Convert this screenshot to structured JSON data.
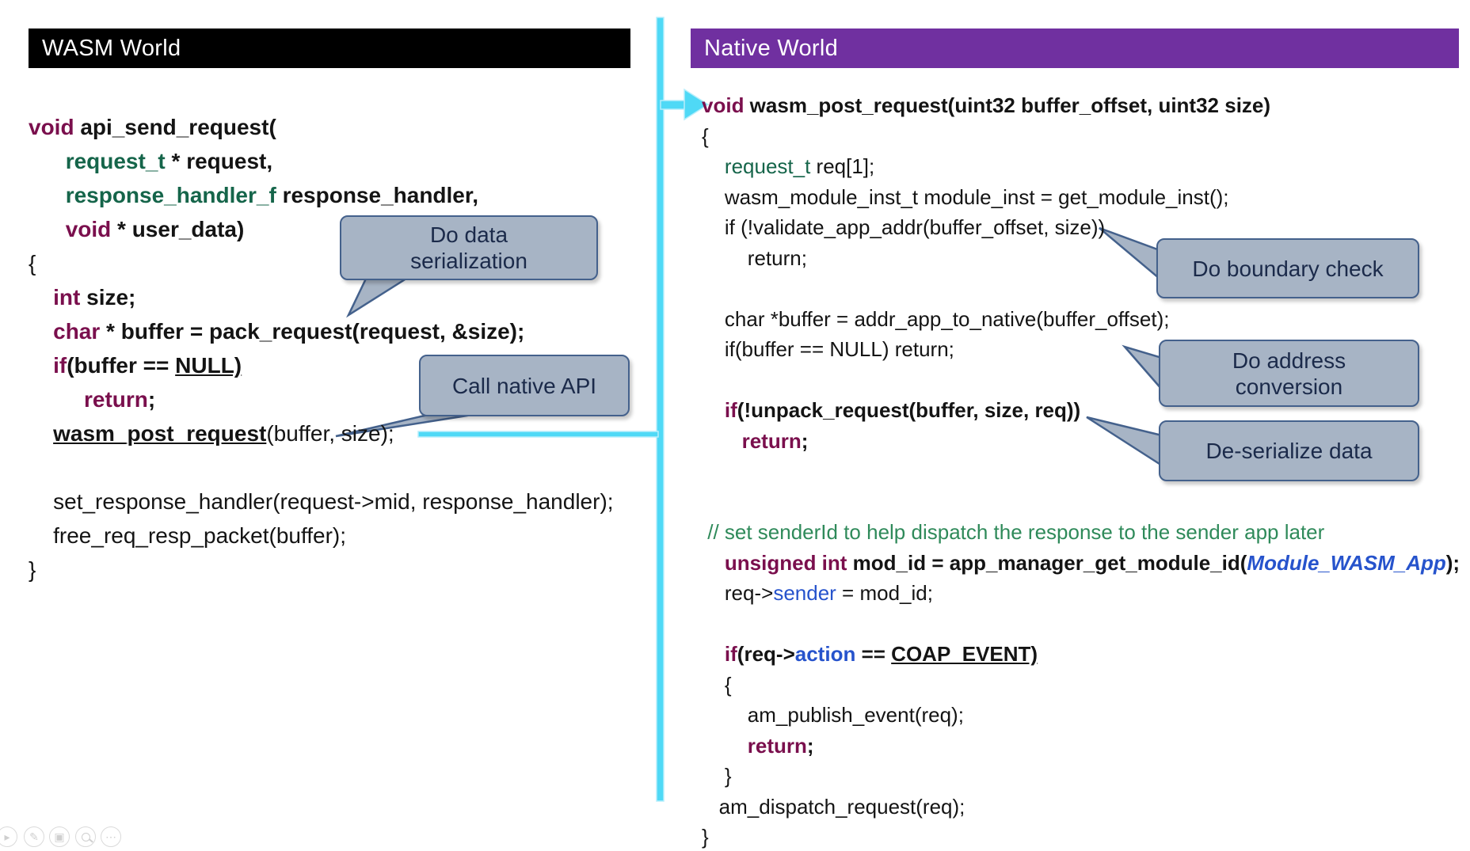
{
  "headers": {
    "wasm": "WASM World",
    "native": "Native World"
  },
  "colors": {
    "wasm_header": "#000000",
    "native_header": "#7030a0",
    "connector": "#4fd9f6",
    "callout_fill": "#a7b4c5",
    "callout_border": "#44618c",
    "keyword": "#7a0f4d",
    "type": "#15654a",
    "comment": "#2f8a5a",
    "ident_blue": "#2653cc"
  },
  "wasm_code": {
    "lines": [
      [
        [
          "kw",
          "void"
        ],
        [
          "b",
          " api_send_request("
        ]
      ],
      [
        [
          "b",
          "      "
        ],
        [
          "typ",
          "request_t"
        ],
        [
          "b",
          " * request,"
        ]
      ],
      [
        [
          "b",
          "      "
        ],
        [
          "typ",
          "response_handler_f"
        ],
        [
          "b",
          " response_handler,"
        ]
      ],
      [
        [
          "b",
          "      "
        ],
        [
          "kw",
          "void"
        ],
        [
          "b",
          " * user_data)"
        ]
      ],
      [
        [
          "r",
          "{"
        ]
      ],
      [
        [
          "b",
          "    "
        ],
        [
          "kw",
          "int"
        ],
        [
          "b",
          " size;"
        ]
      ],
      [
        [
          "b",
          "    "
        ],
        [
          "kw",
          "char"
        ],
        [
          "b",
          " * buffer = pack_request(request, &size);"
        ]
      ],
      [
        [
          "b",
          "    "
        ],
        [
          "kw",
          "if"
        ],
        [
          "b",
          "(buffer == "
        ],
        [
          "bu",
          "NULL)"
        ]
      ],
      [
        [
          "b",
          "         "
        ],
        [
          "kw",
          "return"
        ],
        [
          "b",
          ";"
        ]
      ],
      [
        [
          "r",
          "    "
        ],
        [
          "bu",
          "wasm_post_request"
        ],
        [
          "r",
          "(buffer, size);"
        ]
      ],
      [],
      [
        [
          "r",
          "    set_response_handler(request->mid, response_handler);"
        ]
      ],
      [
        [
          "r",
          "    free_req_resp_packet(buffer);"
        ]
      ],
      [
        [
          "r",
          "}"
        ]
      ]
    ]
  },
  "native_code": {
    "lines": [
      [
        [
          "kw",
          "void"
        ],
        [
          "b",
          " wasm_post_request(uint32 buffer_offset, uint32 size)"
        ]
      ],
      [
        [
          "r",
          "{"
        ]
      ],
      [
        [
          "r",
          "    "
        ],
        [
          "typr",
          "request_t"
        ],
        [
          "r",
          " req[1];"
        ]
      ],
      [
        [
          "r",
          "    wasm_module_inst_t module_inst = get_module_inst();"
        ]
      ],
      [
        [
          "r",
          "    if (!validate_app_addr(buffer_offset, size))"
        ]
      ],
      [
        [
          "r",
          "        return;"
        ]
      ],
      [],
      [
        [
          "r",
          "    char *buffer = addr_app_to_native(buffer_offset);"
        ]
      ],
      [
        [
          "r",
          "    if(buffer == NULL) return;"
        ]
      ],
      [],
      [
        [
          "b",
          "    "
        ],
        [
          "kw",
          "if"
        ],
        [
          "b",
          "(!unpack_request(buffer, size, req))"
        ]
      ],
      [
        [
          "b",
          "       "
        ],
        [
          "kw",
          "return"
        ],
        [
          "b",
          ";"
        ]
      ],
      [],
      [],
      [
        [
          "cmt",
          " // set senderId to help dispatch the response to the sender app later"
        ]
      ],
      [
        [
          "b",
          "    "
        ],
        [
          "kw",
          "unsigned int"
        ],
        [
          "b",
          " mod_id = app_manager_get_module_id("
        ],
        [
          "blubi",
          "Module_WASM_App"
        ],
        [
          "b",
          ");"
        ]
      ],
      [
        [
          "r",
          "    req->"
        ],
        [
          "blu",
          "sender"
        ],
        [
          "r",
          " = mod_id;"
        ]
      ],
      [],
      [
        [
          "b",
          "    "
        ],
        [
          "kw",
          "if"
        ],
        [
          "b",
          "(req->"
        ],
        [
          "blub",
          "action"
        ],
        [
          "b",
          " == "
        ],
        [
          "bu",
          "COAP_EVENT)"
        ]
      ],
      [
        [
          "r",
          "    {"
        ]
      ],
      [
        [
          "r",
          "        am_publish_event(req);"
        ]
      ],
      [
        [
          "r",
          "        "
        ],
        [
          "kw",
          "return"
        ],
        [
          "b",
          ";"
        ]
      ],
      [
        [
          "r",
          "    }"
        ]
      ],
      [
        [
          "r",
          "   am_dispatch_request(req);"
        ]
      ],
      [
        [
          "r",
          "}"
        ]
      ]
    ]
  },
  "callouts": [
    {
      "id": "do-data-serialization",
      "text": "Do data serialization"
    },
    {
      "id": "call-native-api",
      "text": "Call native API"
    },
    {
      "id": "do-boundary-check",
      "text": "Do boundary check"
    },
    {
      "id": "do-address-conversion",
      "text": "Do address conversion"
    },
    {
      "id": "de-serialize-data",
      "text": "De-serialize data"
    }
  ],
  "toolbar": {
    "icons": [
      {
        "name": "nav-arrow-icon",
        "glyph": "▸"
      },
      {
        "name": "pen-icon",
        "glyph": "✎"
      },
      {
        "name": "slides-overview-icon",
        "glyph": "▣"
      },
      {
        "name": "zoom-icon",
        "glyph": ""
      },
      {
        "name": "more-options-icon",
        "glyph": "⋯"
      }
    ]
  }
}
